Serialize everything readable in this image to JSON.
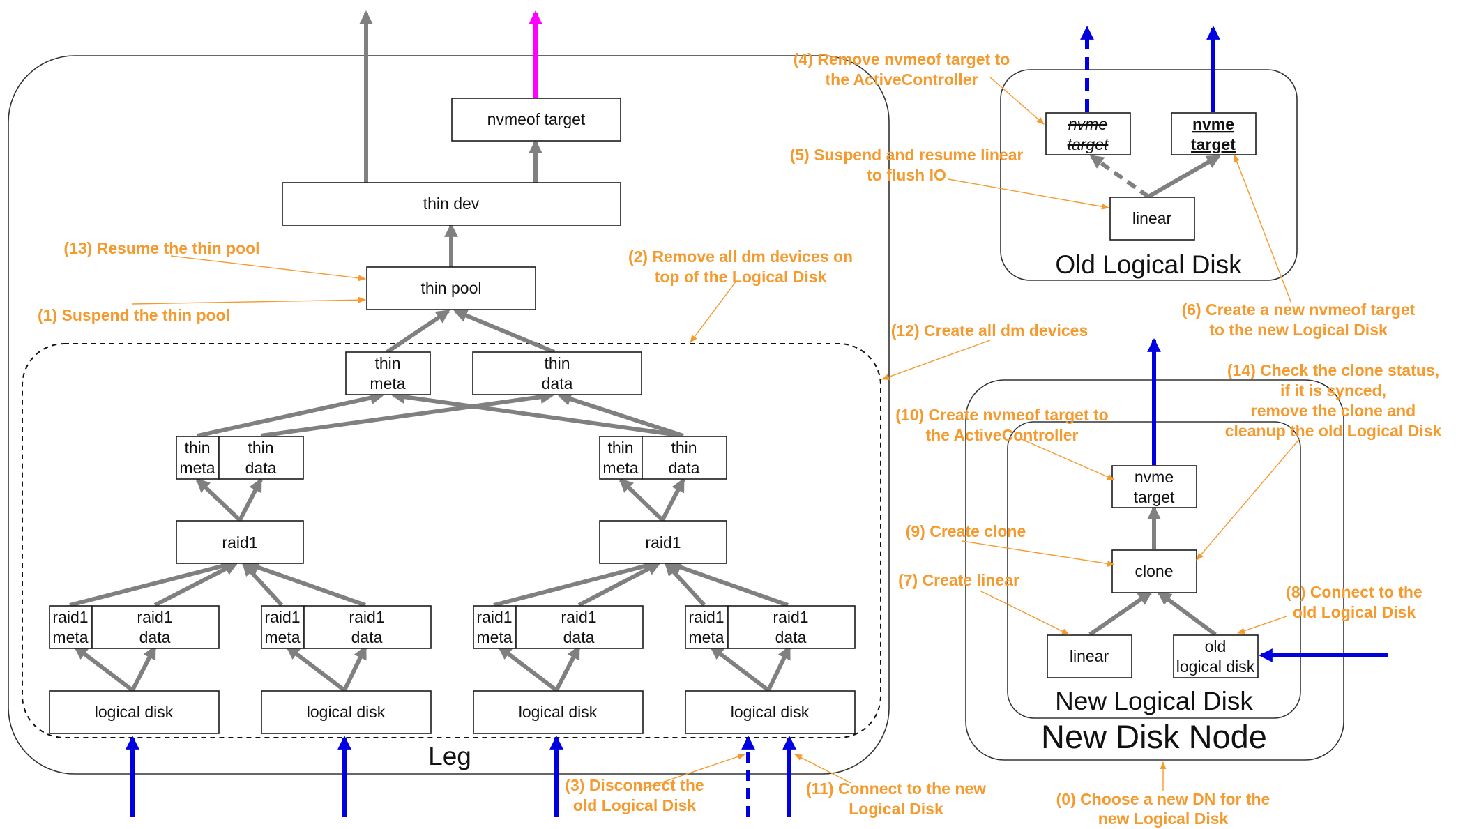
{
  "colors": {
    "gray_arrow": "#808080",
    "blue_arrow": "#0000e0",
    "magenta_arrow": "#ff00ff",
    "annotation": "#f59a2e"
  },
  "containers": {
    "leg": "Leg",
    "old_logical_disk": "Old Logical Disk",
    "new_logical_disk": "New Logical Disk",
    "new_disk_node": "New Disk Node"
  },
  "nodes": {
    "nvmeof_target": "nvmeof target",
    "thin_dev": "thin dev",
    "thin_pool": "thin pool",
    "thin_meta_top": [
      "thin",
      "meta"
    ],
    "thin_data_top": [
      "thin",
      "data"
    ],
    "thin_meta_left": [
      "thin",
      "meta"
    ],
    "thin_data_left": [
      "thin",
      "data"
    ],
    "thin_meta_right": [
      "thin",
      "meta"
    ],
    "thin_data_right": [
      "thin",
      "data"
    ],
    "raid1_left": "raid1",
    "raid1_right": "raid1",
    "raid1_meta": [
      "raid1",
      "meta"
    ],
    "raid1_data": [
      "raid1",
      "data"
    ],
    "logical_disk": "logical disk",
    "old_nvme_target": [
      "nvme",
      "target"
    ],
    "new_nvme_target": [
      "nvme",
      "target"
    ],
    "old_linear": "linear",
    "nd_nvme_target": [
      "nvme",
      "target"
    ],
    "nd_clone": "clone",
    "nd_linear": "linear",
    "nd_old_logical_disk": [
      "old",
      "logical disk"
    ]
  },
  "steps": {
    "s0": [
      "(0) Choose a new DN for the",
      "new Logical Disk"
    ],
    "s1": [
      "(1) Suspend the thin pool"
    ],
    "s2": [
      "(2) Remove all dm devices on",
      "top of the Logical Disk"
    ],
    "s3": [
      "(3) Disconnect the",
      "old Logical Disk"
    ],
    "s4": [
      "(4) Remove nvmeof target to",
      "the ActiveController"
    ],
    "s5": [
      "(5) Suspend and resume linear",
      "to flush IO"
    ],
    "s6": [
      "(6) Create a new nvmeof target",
      "to the new Logical Disk"
    ],
    "s7": [
      "(7) Create linear"
    ],
    "s8": [
      "(8) Connect to the",
      "old Logical Disk"
    ],
    "s9": [
      "(9) Create clone"
    ],
    "s10": [
      "(10) Create nvmeof target to",
      "the ActiveController"
    ],
    "s11": [
      "(11) Connect to the new",
      "Logical Disk"
    ],
    "s12": [
      "(12) Create all dm devices"
    ],
    "s13": [
      "(13) Resume the thin pool"
    ],
    "s14": [
      "(14) Check the clone status,",
      "if it is synced,",
      "remove the clone and",
      "cleanup the old Logical Disk"
    ]
  }
}
